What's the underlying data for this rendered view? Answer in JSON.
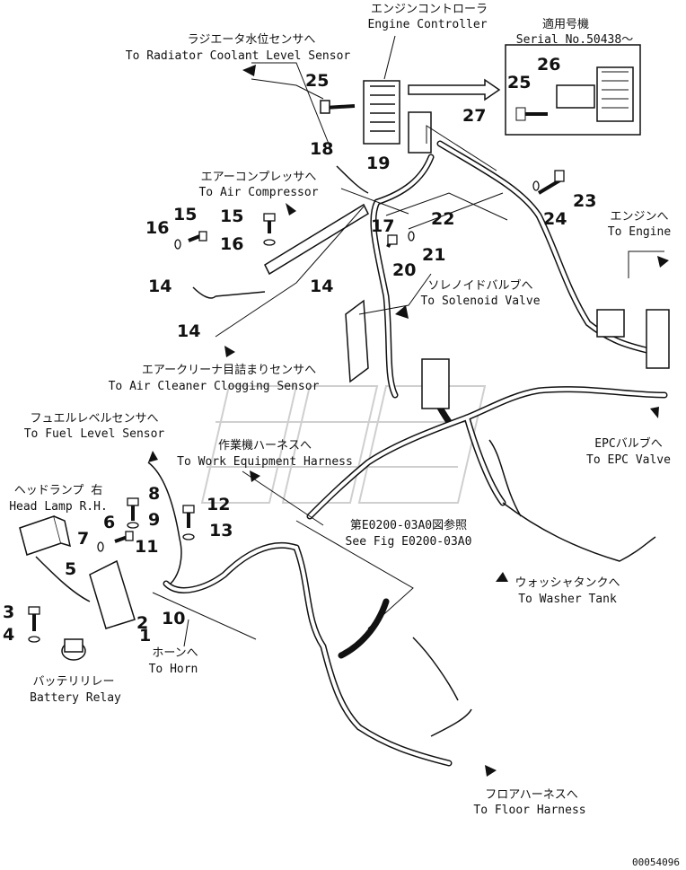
{
  "labels": {
    "engine_controller_jp": "エンジンコントローラ",
    "engine_controller_en": "Engine Controller",
    "applicable_serial_jp": "適用号機",
    "applicable_serial_en": "Serial No.50438～",
    "radiator_jp": "ラジエータ水位センサへ",
    "radiator_en": "To Radiator Coolant Level Sensor",
    "air_comp_jp": "エアーコンプレッサへ",
    "air_comp_en": "To Air Compressor",
    "engine_jp": "エンジンへ",
    "engine_en": "To Engine",
    "solenoid_jp": "ソレノイドバルブへ",
    "solenoid_en": "To Solenoid Valve",
    "air_cleaner_jp": "エアークリーナ目詰まりセンサへ",
    "air_cleaner_en": "To Air Cleaner Clogging Sensor",
    "fuel_jp": "フュエルレベルセンサへ",
    "fuel_en": "To Fuel Level Sensor",
    "work_eq_jp": "作業機ハーネスへ",
    "work_eq_en": "To Work Equipment Harness",
    "epc_jp": "EPCバルブへ",
    "epc_en": "To EPC Valve",
    "headlamp_jp": "ヘッドランプ 右",
    "headlamp_en": "Head Lamp R.H.",
    "see_fig_jp": "第E0200-03A0図参照",
    "see_fig_en": "See Fig E0200-03A0",
    "washer_jp": "ウォッシャタンクへ",
    "washer_en": "To Washer Tank",
    "horn_jp": "ホーンへ",
    "horn_en": "To Horn",
    "battery_jp": "バッテリリレー",
    "battery_en": "Battery Relay",
    "floor_jp": "フロアハーネスへ",
    "floor_en": "To Floor Harness",
    "drawing_code": "00054096"
  },
  "callouts": [
    "1",
    "2",
    "3",
    "4",
    "5",
    "6",
    "7",
    "8",
    "9",
    "10",
    "11",
    "12",
    "13",
    "14",
    "14",
    "14",
    "15",
    "15",
    "16",
    "16",
    "17",
    "18",
    "19",
    "20",
    "21",
    "22",
    "23",
    "24",
    "25",
    "25",
    "26",
    "27"
  ]
}
